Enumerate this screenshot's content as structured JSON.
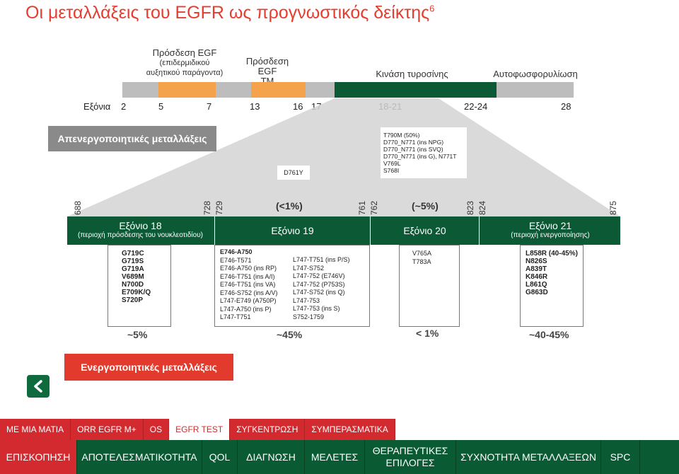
{
  "title": "Οι μεταλλάξεις του EGFR ως προγνωστικός δείκτης",
  "title_sup": "6",
  "domains": {
    "egf1": "Πρόσδεση EGF",
    "egf1_sub1": "(επιδερμιδικού",
    "egf1_sub2": "αυξητικού παράγοντα)",
    "egf2_l1": "Πρόσδεση EGF",
    "egf2_l2": "TM",
    "kinase": "Κινάση τυροσίνης",
    "autophos": "Αυτοφωσφορυλίωση"
  },
  "exons_row": {
    "label": "Εξόνια",
    "numbers": [
      "2",
      "5",
      "7",
      "13",
      "16",
      "17",
      "18-21",
      "22-24",
      "28"
    ]
  },
  "inactivating_label": "Απενεργοποιητικές μεταλλάξεις",
  "activating_label": "Ενεργοποιητικές μεταλλάξεις",
  "resistance_box": [
    "T790M (50%)",
    "D770_N771 (ins NPG)",
    "D770_N771 (ins SVQ)",
    "D770_N771 (ins G), N771T",
    "V769L",
    "S768I"
  ],
  "d761y": "D761Y",
  "positions": [
    "688",
    "728",
    "729",
    "761",
    "762",
    "823",
    "824",
    "875"
  ],
  "top_pcts": {
    "exon19": "(<1%)",
    "exon20": "(~5%)"
  },
  "exons": [
    {
      "main": "Εξόνιο 18",
      "sub": "(περιοχή πρόσδεσης του νουκλεοτιδίου)"
    },
    {
      "main": "Εξόνιο 19",
      "sub": ""
    },
    {
      "main": "Εξόνιο 20",
      "sub": ""
    },
    {
      "main": "Εξόνιο 21",
      "sub": "(περιοχή ενεργοποίησης)"
    }
  ],
  "mut18": [
    "G719C",
    "G719S",
    "G719A",
    "V689M",
    "N700D",
    "E709K/Q",
    "S720P"
  ],
  "mut19_left": [
    "E746-A750",
    "E746-T571",
    "E746-A750 (ins RP)",
    "E746-T751 (ins A/I)",
    "E746-T751 (ins VA)",
    "E746-S752 (ins A/V)",
    "L747-E749 (A750P)",
    "L747-A750 (ins P)",
    "L747-T751"
  ],
  "mut19_right": [
    "L747-T751 (ins P/S)",
    "L747-S752",
    "L747-752 (E746V)",
    "L747-752 (P753S)",
    "L747-S752 (ins Q)",
    "L747-753",
    "L747-753 (ins S)",
    "S752-1759"
  ],
  "mut20": [
    "V765A",
    "T783A"
  ],
  "mut21": [
    "L858R (40-45%)",
    "N826S",
    "A839T",
    "K846R",
    "L861Q",
    "G863D"
  ],
  "bottom_pcts": [
    "~5%",
    "~45%",
    "< 1%",
    "~40-45%"
  ],
  "back_icon": "chevron-left-icon",
  "nav_top": [
    "ΜΕ ΜΙΑ ΜΑΤΙΑ",
    "ORR EGFR M+",
    "OS",
    "EGFR TEST",
    "ΣΥΓΚΕΝΤΡΩΣΗ",
    "ΣΥΜΠΕΡΑΣΜΑΤΙΚΑ"
  ],
  "nav_bottom": [
    "ΕΠΙΣΚΟΠΗΣΗ",
    "ΑΠΟΤΕΛΕΣΜΑΤΙΚΟΤΗΤΑ",
    "QOL",
    "ΔΙΑΓΝΩΣΗ",
    "ΜΕΛΕΤΕΣ",
    "ΘΕΡΑΠΕΥΤΙΚΕΣ",
    "ΕΠΙΛΟΓΕΣ",
    "ΣΥΧΝΟΤΗΤΑ ΜΕΤΑΛΛΑΞΕΩΝ",
    "SPC"
  ],
  "colors": {
    "accent_red": "#e63d2f",
    "dark_green": "#0c5a35",
    "orange": "#f4a24c",
    "gray": "#bdbdbd"
  }
}
